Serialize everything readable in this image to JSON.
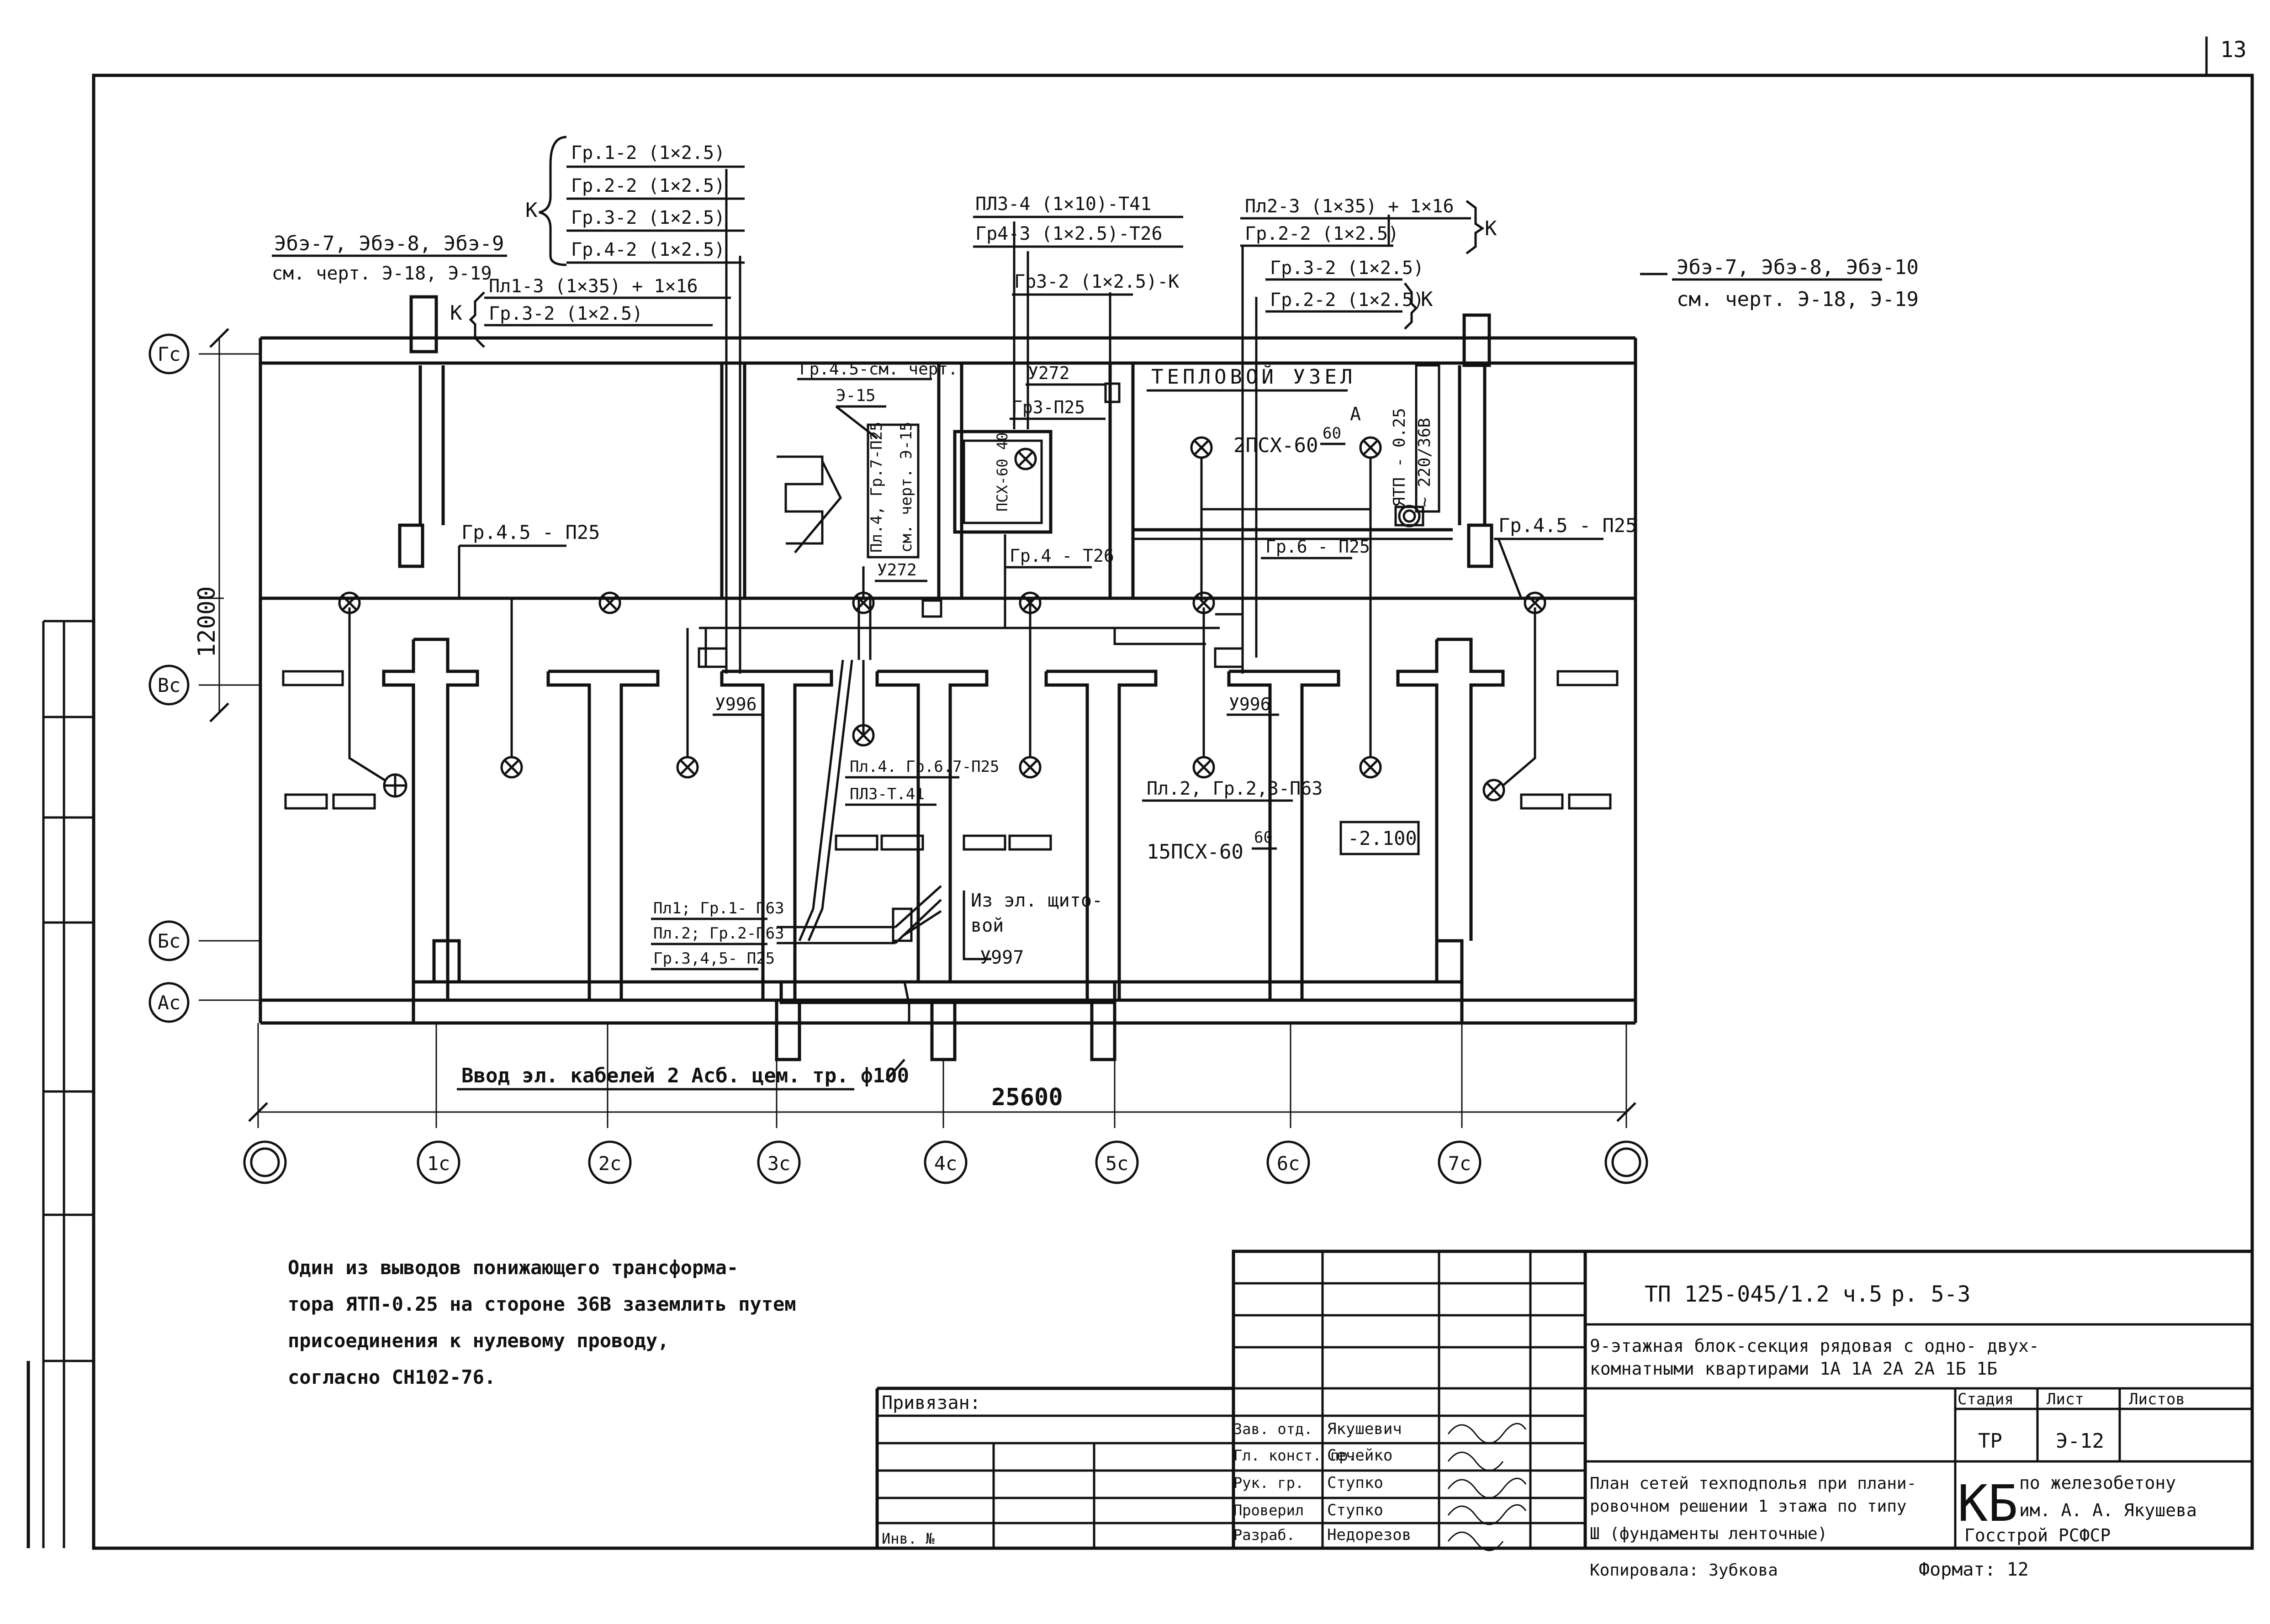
{
  "sheet": {
    "page_number": "13",
    "format_label": "Формат: 12"
  },
  "axes": {
    "rows": [
      "Гс",
      "Вс",
      "Бс",
      "Ас"
    ],
    "columns": [
      "1с",
      "2с",
      "3с",
      "4с",
      "5с",
      "6с",
      "7с"
    ]
  },
  "dimensions": {
    "height": "12000",
    "width": "25600"
  },
  "callouts": {
    "left_panels": "Эбэ-7, Эбэ-8, Эбэ-9",
    "left_panels_ref": "см. черт. Э-18, Э-19",
    "right_panels": "Эбэ-7, Эбэ-8, Эбэ-10",
    "right_panels_ref": "см. черт. Э-18, Э-19",
    "k_group": [
      "Гр.1-2 (1×2.5)",
      "Гр.2-2 (1×2.5)",
      "Гр.3-2 (1×2.5)",
      "Гр.4-2 (1×2.5)"
    ],
    "k_letter": "К",
    "pl1": "Пл1-3 (1×35) + 1×16",
    "pl1_gr": "Гр.3-2 (1×2.5)",
    "pl3": "ПЛЗ-4 (1×10)-Т41",
    "pl3_gr": "Гр4-3 (1×2.5)-Т26",
    "pl3_k": "ГрЗ-2 (1×2.5)-К",
    "pl2": "Пл2-3 (1×35) + 1×16",
    "pl2_gr": "Гр.2-2 (1×2.5)",
    "gr32": "Гр.3-2 (1×2.5)",
    "gr22": "Гр.2-2 (1×2.5)",
    "heat_unit": "ТЕПЛОВОЙ УЗЕЛ",
    "gr45_ref": "Гр.4.5-см. черт.",
    "gr45_ref2": "Э-15",
    "u272": "У272",
    "u272b": "У272",
    "gr3_p25": "Гр3-П25",
    "psx_2": "2ПСХ-60",
    "psx_frac": "60",
    "letter_a": "А",
    "ytp": "ЯТП - 0.25",
    "ytp2": "~ 220/36В",
    "gr6": "Гр.6 - П25",
    "gr45_left": "Гр.4.5 - П25",
    "gr45_right": "Гр.4.5 - П25",
    "gr4_t26": "Гр.4 - Т26",
    "vertical_1": "Пл.4, Гр.7-П25",
    "vertical_2": "см. черт. Э-15",
    "psx_40": "ПСХ-60 40",
    "u996_left": "У996",
    "u996_right": "У996",
    "pl4_gr67": "Пл.4. Гр.6.7-П25",
    "pl3_t41": "ПЛ3-Т.41",
    "pl2_gr23": "Пл.2, Гр.2,3-П63",
    "psx_15": "15ПСХ-60",
    "psx_15_frac": "60",
    "level": "-2.100",
    "pl1_gr1": "Пл1; Гр.1- П63",
    "pl2_gr2": "Пл.2; Гр.2-П63",
    "gr345": "Гр.3,4,5- П25",
    "shield_1": "Из эл. щито-",
    "shield_2": "вой",
    "u997": "У997",
    "cable_entry": "Ввод эл. кабелей 2 Асб. цем. тр. ф100"
  },
  "note": [
    "Один из выводов понижающего трансформа-",
    "тора ЯТП-0.25 на стороне 36В заземлить путем",
    "присоединения к нулевому проводу,",
    "согласно СН102-76."
  ],
  "title_block": {
    "code": "ТП 125-045/1.2 ч.5",
    "section": "р. 5-3",
    "title_line1": "9-этажная блок-секция рядовая с одно- двух-",
    "title_line2": "комнатными квартирами 1А 1А 2А 2А 1Б 1Б",
    "bound_label": "Привязан:",
    "stage_header": "Стадия",
    "sheet_header": "Лист",
    "sheets_header": "Листов",
    "stage": "ТР",
    "sheet": "Э-12",
    "sheets": "",
    "drawing_title_1": "План сетей техподполья при плани-",
    "drawing_title_2": "ровочном решении 1 этажа по типу",
    "drawing_title_3": "Ш (фундаменты ленточные)",
    "org_mark": "КБ",
    "org_1": "по железобетону",
    "org_2": "им. А. А. Якушева",
    "org_3": "Госстрой РСФСР",
    "roles": [
      "Зав. отд.",
      "Гл. конст. пр.",
      "Рук. гр.",
      "Проверил",
      "Разраб."
    ],
    "names": [
      "Якушевич",
      "Сечейко",
      "Ступко",
      "Ступко",
      "Недорезов"
    ],
    "inv_label": "Инв. №",
    "copied": "Копировала: Зубкова"
  }
}
